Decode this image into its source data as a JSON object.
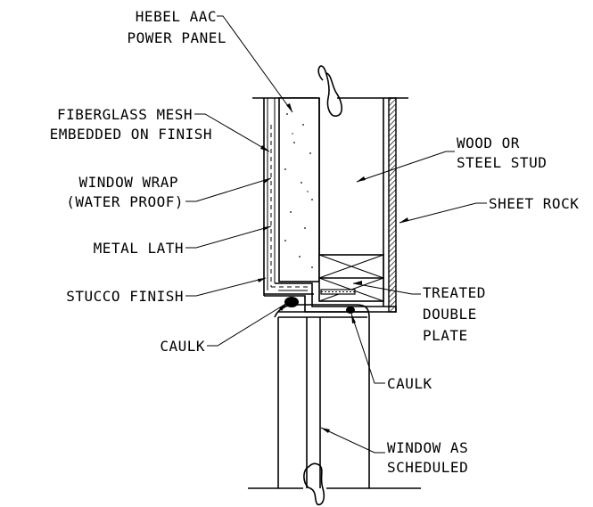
{
  "labels": {
    "hebel_1": "HEBEL AAC",
    "hebel_2": "POWER PANEL",
    "mesh_1": "FIBERGLASS MESH",
    "mesh_2": "EMBEDDED ON FINISH",
    "wrap_1": "WINDOW WRAP",
    "wrap_2": "(WATER PROOF)",
    "lath": "METAL LATH",
    "stucco": "STUCCO FINISH",
    "caulk_left": "CAULK",
    "stud_1": "WOOD OR",
    "stud_2": "STEEL STUD",
    "sheetrock": "SHEET ROCK",
    "plate_1": "TREATED",
    "plate_2": "DOUBLE",
    "plate_3": "PLATE",
    "caulk_right": "CAULK",
    "window_1": "WINDOW AS",
    "window_2": "SCHEDULED"
  }
}
